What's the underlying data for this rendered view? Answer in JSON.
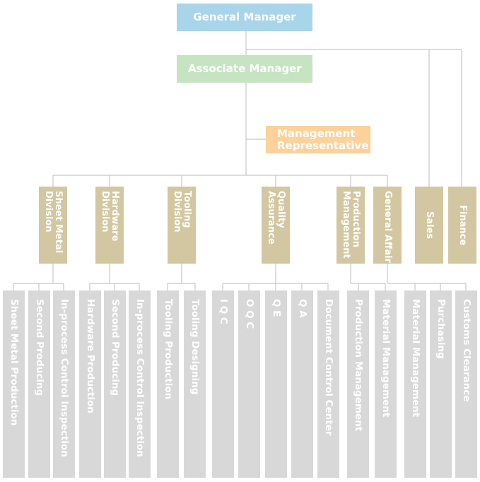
{
  "general_manager": "General Manager",
  "associate_manager": "Associate Manager",
  "management_representative": "Management Representative",
  "departments": [
    {
      "label": "Sheet Metal Division",
      "children": [
        "Sheet Metal Production",
        "Second Producing",
        "In-process Control Inspection"
      ]
    },
    {
      "label": "Hardware Division",
      "children": [
        "Hardware Production",
        "Second Producing",
        "In-process Control Inspection"
      ]
    },
    {
      "label": "Tooling Division",
      "children": [
        "Tooling Production",
        "Tooling Designing"
      ]
    },
    {
      "label": "Quality Assurance",
      "children": [
        "I Q C",
        "O Q C",
        "Q E",
        "Q A",
        "Document Control Center"
      ]
    },
    {
      "label": "Production Management",
      "children": [
        "Production Management",
        "Material Management"
      ]
    },
    {
      "label": "General Affair",
      "children": [
        "Material Management",
        "Purchasing",
        "Customs Clearance"
      ]
    },
    {
      "label": "Sales",
      "children": []
    },
    {
      "label": "Finance",
      "children": []
    }
  ],
  "colors": {
    "general_manager": "#a9d5ea",
    "associate_manager": "#c6e3c2",
    "management_representative": "#fdd19a",
    "department": "#d3c7a1",
    "leaf": "#d8d8d8",
    "connector": "#c8c8c8"
  }
}
